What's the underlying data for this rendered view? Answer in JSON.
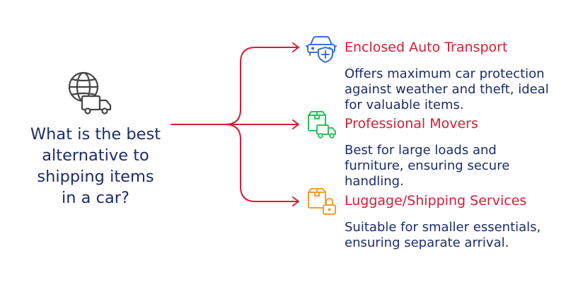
{
  "question": {
    "text": "What is the best\nalternative to\nshipping items\nin a car?",
    "icon": "globe-truck-icon",
    "color": "#1b2d6b"
  },
  "connector_color": "#d21f36",
  "options": [
    {
      "title": "Enclosed Auto Transport",
      "description": "Offers maximum car protection\nagainst weather and theft, ideal\nfor valuable items.",
      "icon": "car-shield-icon",
      "icon_color": "#3b6fe0"
    },
    {
      "title": "Professional Movers",
      "description": "Best for large loads and\nfurniture, ensuring secure\nhandling.",
      "icon": "box-truck-icon",
      "icon_color": "#2fbf5f"
    },
    {
      "title": "Luggage/Shipping Services",
      "description": "Suitable for smaller essentials,\nensuring separate arrival.",
      "icon": "box-lock-icon",
      "icon_color": "#f0a030"
    }
  ]
}
